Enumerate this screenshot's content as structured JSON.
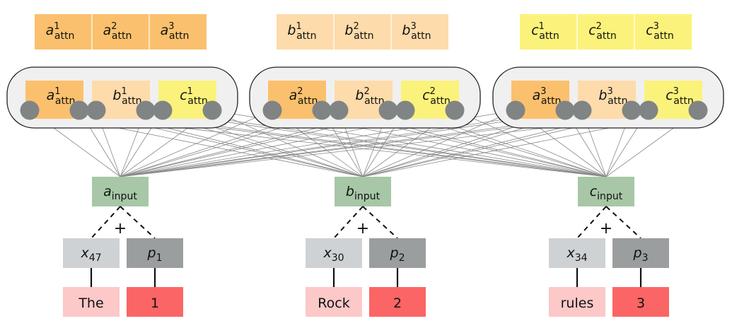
{
  "colors": {
    "a": "#fbc06d",
    "b": "#fddbaa",
    "c": "#fbf27b",
    "input": "#a7c7a7",
    "x": "#cfd2d4",
    "p": "#9a9e9f",
    "token": "#fcc8c8",
    "index": "#fb6565",
    "neuron": "#808484",
    "line": "#888888"
  },
  "top_rows": [
    {
      "key": "a",
      "cells": [
        {
          "base": "a",
          "sup": "1",
          "sub": "attn"
        },
        {
          "base": "a",
          "sup": "2",
          "sub": "attn"
        },
        {
          "base": "a",
          "sup": "3",
          "sub": "attn"
        }
      ]
    },
    {
      "key": "b",
      "cells": [
        {
          "base": "b",
          "sup": "1",
          "sub": "attn"
        },
        {
          "base": "b",
          "sup": "2",
          "sub": "attn"
        },
        {
          "base": "b",
          "sup": "3",
          "sub": "attn"
        }
      ]
    },
    {
      "key": "c",
      "cells": [
        {
          "base": "c",
          "sup": "1",
          "sub": "attn"
        },
        {
          "base": "c",
          "sup": "2",
          "sub": "attn"
        },
        {
          "base": "c",
          "sup": "3",
          "sub": "attn"
        }
      ]
    }
  ],
  "heads": [
    {
      "cells": [
        {
          "key": "a",
          "base": "a",
          "sup": "1",
          "sub": "attn"
        },
        {
          "key": "b",
          "base": "b",
          "sup": "1",
          "sub": "attn"
        },
        {
          "key": "c",
          "base": "c",
          "sup": "1",
          "sub": "attn"
        }
      ]
    },
    {
      "cells": [
        {
          "key": "a",
          "base": "a",
          "sup": "2",
          "sub": "attn"
        },
        {
          "key": "b",
          "base": "b",
          "sup": "2",
          "sub": "attn"
        },
        {
          "key": "c",
          "base": "c",
          "sup": "2",
          "sub": "attn"
        }
      ]
    },
    {
      "cells": [
        {
          "key": "a",
          "base": "a",
          "sup": "3",
          "sub": "attn"
        },
        {
          "key": "b",
          "base": "b",
          "sup": "3",
          "sub": "attn"
        },
        {
          "key": "c",
          "base": "c",
          "sup": "3",
          "sub": "attn"
        }
      ]
    }
  ],
  "columns": [
    {
      "input": {
        "base": "a",
        "sub": "input"
      },
      "x": {
        "base": "x",
        "sub": "47"
      },
      "p": {
        "base": "p",
        "sub": "1"
      },
      "plus": "+",
      "token": "The",
      "index": "1"
    },
    {
      "input": {
        "base": "b",
        "sub": "input"
      },
      "x": {
        "base": "x",
        "sub": "30"
      },
      "p": {
        "base": "p",
        "sub": "2"
      },
      "plus": "+",
      "token": "Rock",
      "index": "2"
    },
    {
      "input": {
        "base": "c",
        "sub": "input"
      },
      "x": {
        "base": "x",
        "sub": "34"
      },
      "p": {
        "base": "p",
        "sub": "3"
      },
      "plus": "+",
      "token": "rules",
      "index": "3"
    }
  ]
}
